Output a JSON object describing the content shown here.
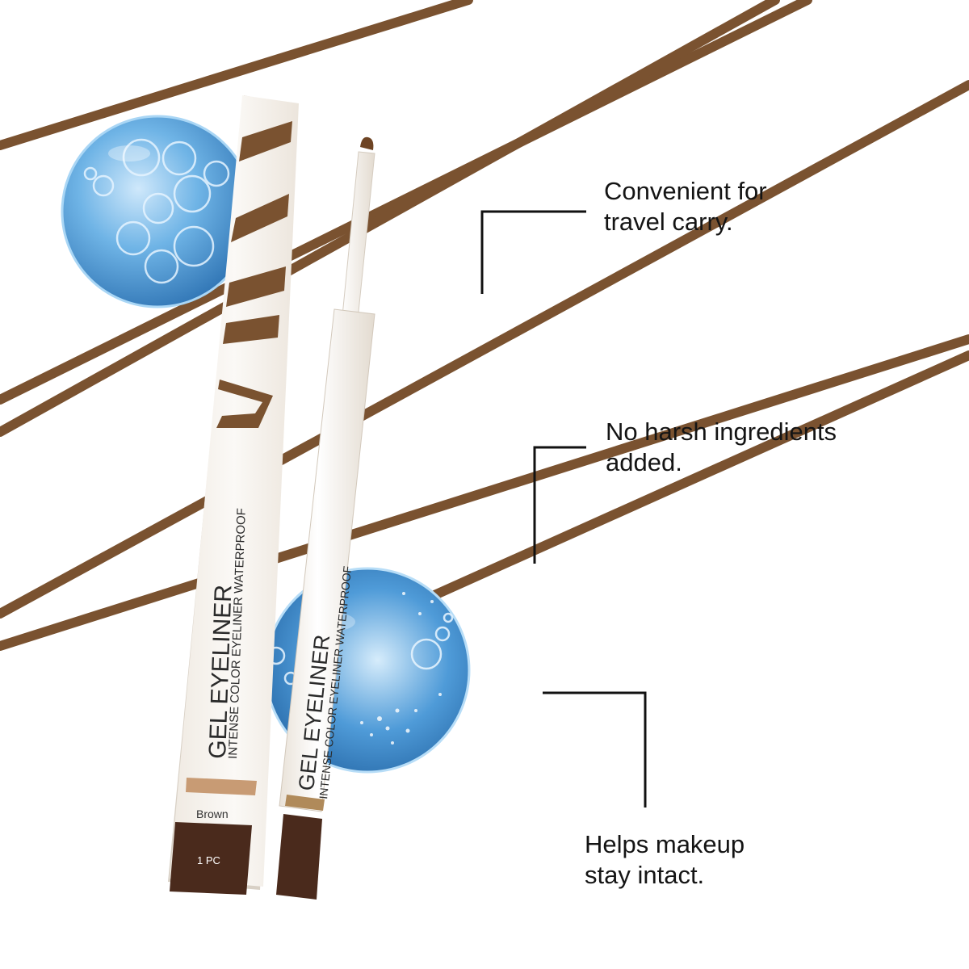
{
  "colors": {
    "background": "#ffffff",
    "stroke_brown": "#7a5230",
    "dark_brown": "#4a2a1c",
    "box_white": "#f7f3ee",
    "gel_blue": "#5aa4da",
    "callout_black": "#111111"
  },
  "product": {
    "name": "GEL EYELINER",
    "tagline": "INTENSE COLOR EYELINER WATERPROOF",
    "shade": "Brown",
    "quantity": "1 PC"
  },
  "features": [
    {
      "line1": "Convenient for",
      "line2": "travel carry."
    },
    {
      "line1": "No harsh ingredients",
      "line2": "added."
    },
    {
      "line1": "Helps makeup",
      "line2": "stay intact."
    }
  ]
}
